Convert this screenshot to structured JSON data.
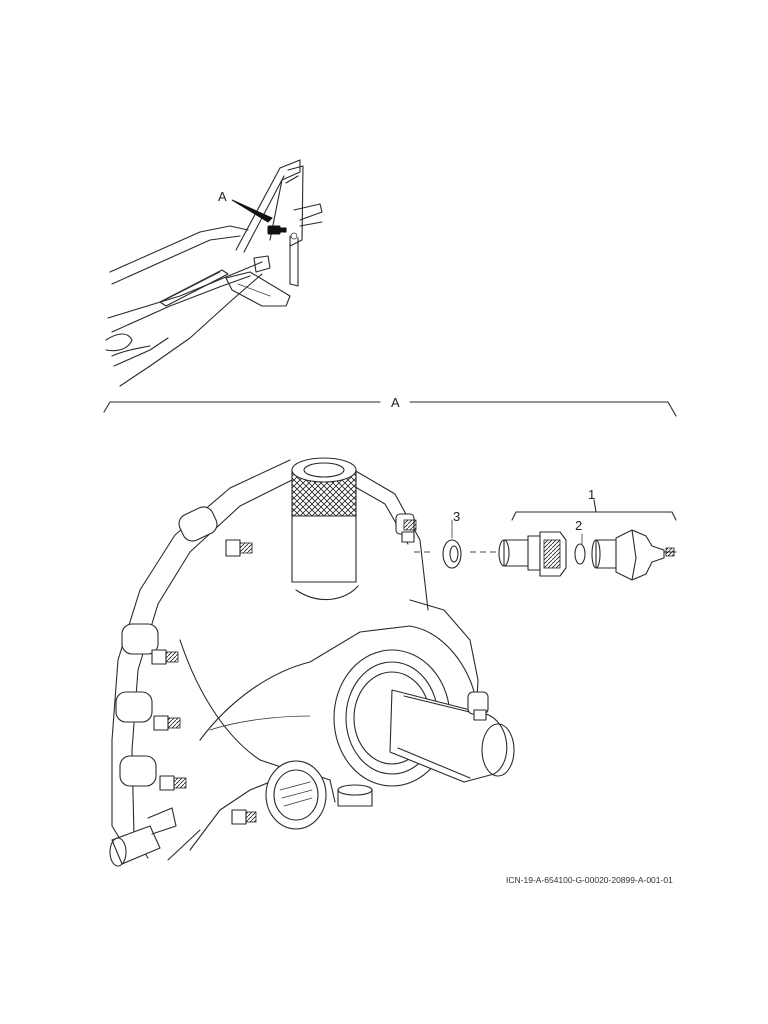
{
  "figure": {
    "callouts": {
      "view_marker": "A",
      "detail_title": "A",
      "item_1": "1",
      "item_2": "2",
      "item_3": "3"
    },
    "icn_code": "ICN-19-A-654100-G-00020-20899-A-001-01"
  }
}
